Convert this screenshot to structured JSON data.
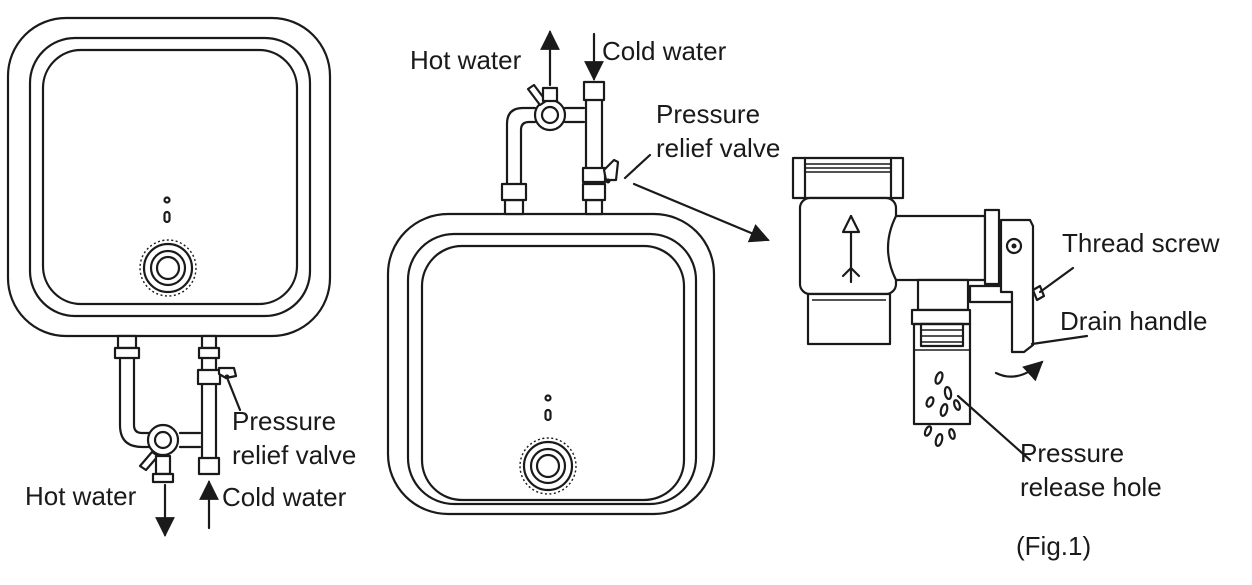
{
  "labels": {
    "left_hot_water": "Hot water",
    "left_cold_water": "Cold water",
    "left_pressure_relief_valve_line1": "Pressure",
    "left_pressure_relief_valve_line2": "relief valve",
    "mid_hot_water": "Hot water",
    "mid_cold_water": "Cold water",
    "mid_pressure_relief_valve_line1": "Pressure",
    "mid_pressure_relief_valve_line2": "relief valve",
    "thread_screw": "Thread screw",
    "drain_handle": "Drain handle",
    "pressure_release_hole_line1": "Pressure",
    "pressure_release_hole_line2": "release hole",
    "figure_caption": "(Fig.1)"
  }
}
